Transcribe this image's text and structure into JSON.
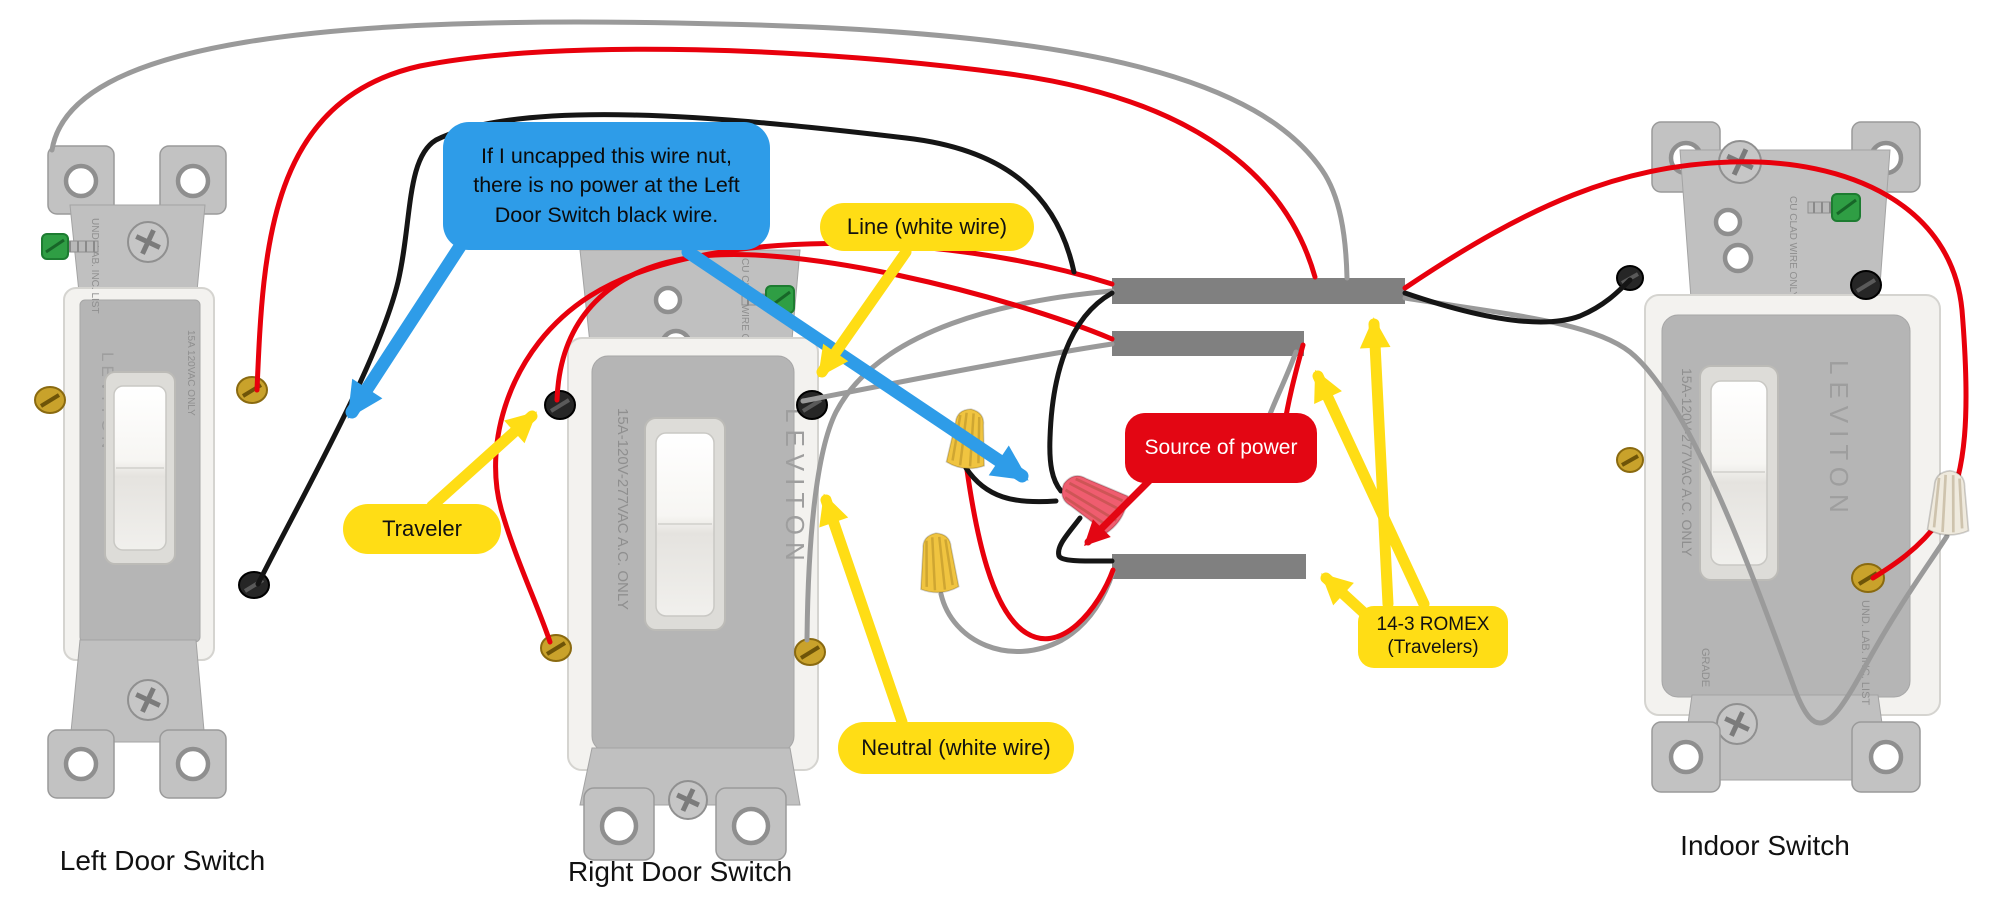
{
  "callout": {
    "lines": [
      "If I uncapped this wire nut,",
      "there is no power at the Left",
      "Door Switch black wire."
    ]
  },
  "labels": {
    "line": "Line (white wire)",
    "traveler": "Traveler",
    "neutral": "Neutral (white wire)",
    "romex_line1": "14-3 ROMEX",
    "romex_line2": "(Travelers)",
    "source": "Source of power"
  },
  "switches": {
    "left": {
      "name": "Left Door Switch",
      "brand": "LEVITON",
      "rating": "15A 120VAC ONLY",
      "strap_text": "UND. LAB. INC. LIST"
    },
    "middle": {
      "name": "Right Door Switch",
      "brand": "LEVITON",
      "rating": "15A-120V-277VAC A.C. ONLY",
      "strap_text": "CU CLAD WIRE ONLY"
    },
    "right": {
      "name": "Indoor Switch",
      "brand": "LEVITON",
      "rating": "15A-120V-277VAC A.C. ONLY",
      "strap_text": "CU CLAD WIRE ONLY",
      "strap_bottom_text": "UND. LAB. INC. LIST",
      "grade_text": "GRADE"
    }
  },
  "colors": {
    "callout_blue": "#2e9ce8",
    "label_yellow": "#ffdd15",
    "label_red": "#e30613",
    "wire_red": "#e8000c",
    "wire_black": "#151515",
    "wire_white_grey": "#9a9a9a",
    "romex_jacket_grey": "#808080",
    "wirenut_yellow": "#f0c440",
    "wirenut_pink": "#ef5d6f",
    "wirenut_white": "#efeade"
  }
}
